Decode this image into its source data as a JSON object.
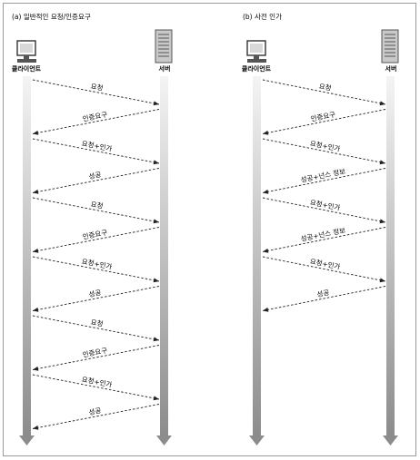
{
  "panels": [
    {
      "title": "(a) 일반적인 요청/인증요구",
      "client_label": "클라이언트",
      "server_label": "서버",
      "messages": [
        {
          "text": "요청",
          "dir": "to-server"
        },
        {
          "text": "인증요구",
          "dir": "to-client"
        },
        {
          "text": "요청+인가",
          "dir": "to-server"
        },
        {
          "text": "성공",
          "dir": "to-client"
        },
        {
          "text": "요청",
          "dir": "to-server"
        },
        {
          "text": "인증요구",
          "dir": "to-client"
        },
        {
          "text": "요청+인가",
          "dir": "to-server"
        },
        {
          "text": "성공",
          "dir": "to-client"
        },
        {
          "text": "요청",
          "dir": "to-server"
        },
        {
          "text": "인증요구",
          "dir": "to-client"
        },
        {
          "text": "요청+인가",
          "dir": "to-server"
        },
        {
          "text": "성공",
          "dir": "to-client"
        }
      ]
    },
    {
      "title": "(b) 사전 인가",
      "client_label": "클라이언트",
      "server_label": "서버",
      "messages": [
        {
          "text": "요청",
          "dir": "to-server"
        },
        {
          "text": "인증요구",
          "dir": "to-client"
        },
        {
          "text": "요청+인가",
          "dir": "to-server"
        },
        {
          "text": "성공+넌스 정보",
          "dir": "to-client"
        },
        {
          "text": "요청+인가",
          "dir": "to-server"
        },
        {
          "text": "성공+넌스 정보",
          "dir": "to-client"
        },
        {
          "text": "요청+인가",
          "dir": "to-server"
        },
        {
          "text": "성공",
          "dir": "to-client"
        }
      ]
    }
  ]
}
